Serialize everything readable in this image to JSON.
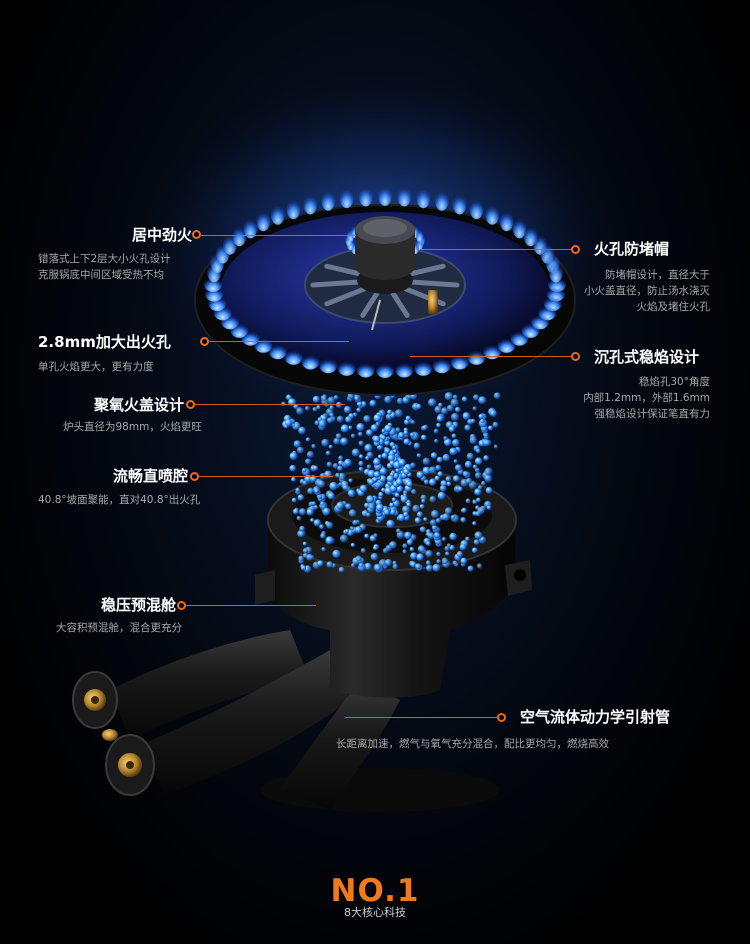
{
  "features": [
    {
      "title": "居中劲火",
      "lines": [
        "错落式上下2层大小火孔设计",
        "克服锅底中间区域受热不均"
      ]
    },
    {
      "title": "火孔防堵帽",
      "lines": [
        "防堵帽设计，直径大于",
        "小火盖直径，防止汤水浇灭",
        "火焰及堵住火孔"
      ]
    },
    {
      "title": "2.8mm加大出火孔",
      "lines": [
        "单孔火焰更大，更有力度"
      ]
    },
    {
      "title": "沉孔式稳焰设计",
      "lines": [
        "稳焰孔30°角度",
        "内部1.2mm，外部1.6mm",
        "强稳焰设计保证笔直有力"
      ]
    },
    {
      "title": "聚氧火盖设计",
      "lines": [
        "炉头直径为98mm，火焰更旺"
      ]
    },
    {
      "title": "流畅直喷腔",
      "lines": [
        "40.8°坡面聚能，直对40.8°出火孔"
      ]
    },
    {
      "title": "稳压预混舱",
      "lines": [
        "大容积预混舱，混合更充分"
      ]
    },
    {
      "title": "空气流体动力学引射管",
      "lines": [
        "长距离加速，燃气与氧气充分混合，配比更均匀，燃烧高效"
      ]
    }
  ],
  "brand": {
    "main": "NO.1",
    "sub": "8大核心科技"
  },
  "colors": {
    "accent": "#f06a1a",
    "flame": "#3a8cff",
    "title": "#ffffff",
    "text": "#a8a8a8"
  },
  "icons": [
    "burner-illustration",
    "callout-dot-icon"
  ]
}
